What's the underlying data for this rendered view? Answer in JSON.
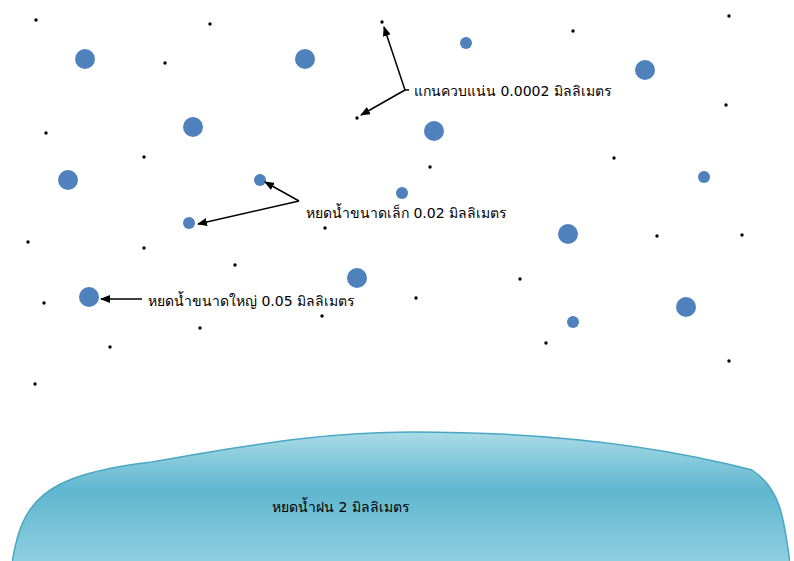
{
  "diagram": {
    "nodes": [
      {
        "text": [
          "หยดน้ำฝน 2 มิลลิเมตร"
        ]
      }
    ],
    "labels": [
      "แกนควบแน่น 0.0002 มิลลิเมตร",
      "หยดน้ำขนาดเล็ก 0.02 มิลลิเมตร",
      "หยดน้ำขนาดใหญ่ 0.05 มิลลิเมตร"
    ]
  }
}
